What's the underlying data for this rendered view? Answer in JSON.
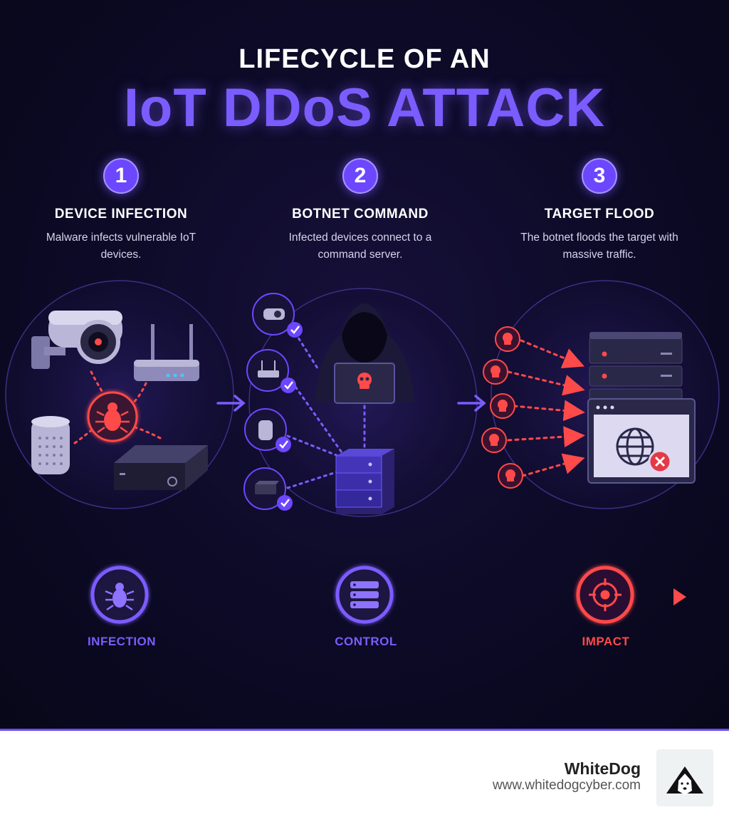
{
  "header": {
    "title_line1": "LIFECYCLE OF AN",
    "title_line2": "IoT DDoS ATTACK"
  },
  "steps": [
    {
      "number": "1",
      "title": "DEVICE INFECTION",
      "description": "Malware infects vulnerable IoT devices."
    },
    {
      "number": "2",
      "title": "BOTNET COMMAND",
      "description": "Infected devices connect to a command server."
    },
    {
      "number": "3",
      "title": "TARGET FLOOD",
      "description": "The botnet floods the target with massive traffic."
    }
  ],
  "timeline": {
    "stages": [
      "INFECTION",
      "CONTROL",
      "IMPACT"
    ]
  },
  "footer": {
    "brand": "WhiteDog",
    "url": "www.whitedogcyber.com"
  },
  "colors": {
    "accent_purple": "#7b5cff",
    "threat_red": "#ff4a4a",
    "background": "#0c0a26"
  },
  "icons": [
    "bug-icon",
    "server-icon",
    "crosshair-icon",
    "skull-icon",
    "globe-icon",
    "check-icon",
    "hacker-icon",
    "camera-icon",
    "router-icon",
    "speaker-icon",
    "set-top-box-icon",
    "dog-logo-icon"
  ]
}
